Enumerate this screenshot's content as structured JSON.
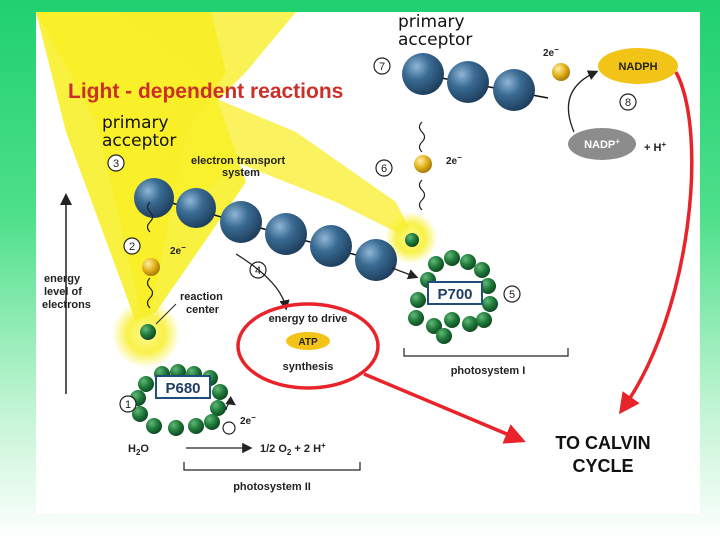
{
  "title": "Light - dependent reactions",
  "labels": {
    "primary_acceptor_top_line1": "primary",
    "primary_acceptor_top_line2": "acceptor",
    "primary_acceptor_left_line1": "primary",
    "primary_acceptor_left_line2": "acceptor",
    "electron_transport_line1": "electron transport",
    "electron_transport_line2": "system",
    "energy_level_line1": "energy",
    "energy_level_line2": "level of",
    "energy_level_line3": "electrons",
    "reaction_center_line1": "reaction",
    "reaction_center_line2": "center",
    "energy_drive_line1": "energy to drive",
    "atp": "ATP",
    "synthesis": "synthesis",
    "p680": "P680",
    "p700": "P700",
    "photosystem_1": "photosystem I",
    "photosystem_2": "photosystem II",
    "nadph": "NADPH",
    "nadp": "NADP",
    "nadp_plus": "+",
    "plus_h": "+ H",
    "h_plus": "+",
    "two_e": "2e",
    "minus": "−",
    "water": "H",
    "water_sub": "2",
    "water_o": "O",
    "oxygen_half": "1/2 O",
    "oxygen_sub": "2",
    "oxygen_plus": " + 2 H",
    "oxygen_hplus": "+",
    "calvin_line1": "TO CALVIN",
    "calvin_line2": "CYCLE"
  },
  "steps": [
    "1",
    "2",
    "3",
    "4",
    "5",
    "6",
    "7",
    "8"
  ],
  "colors": {
    "background_top": "#1fd070",
    "sunlight": "#f8ef2a",
    "carrier_blue": "#2f5f88",
    "chlorophyll_green": "#1f7a3a",
    "electron_gold": "#e3b21c",
    "arrow_red": "#e8242a",
    "title_red": "#cc2e28",
    "nadph_yellow": "#f2c417",
    "nadp_gray": "#8c8c8c"
  }
}
